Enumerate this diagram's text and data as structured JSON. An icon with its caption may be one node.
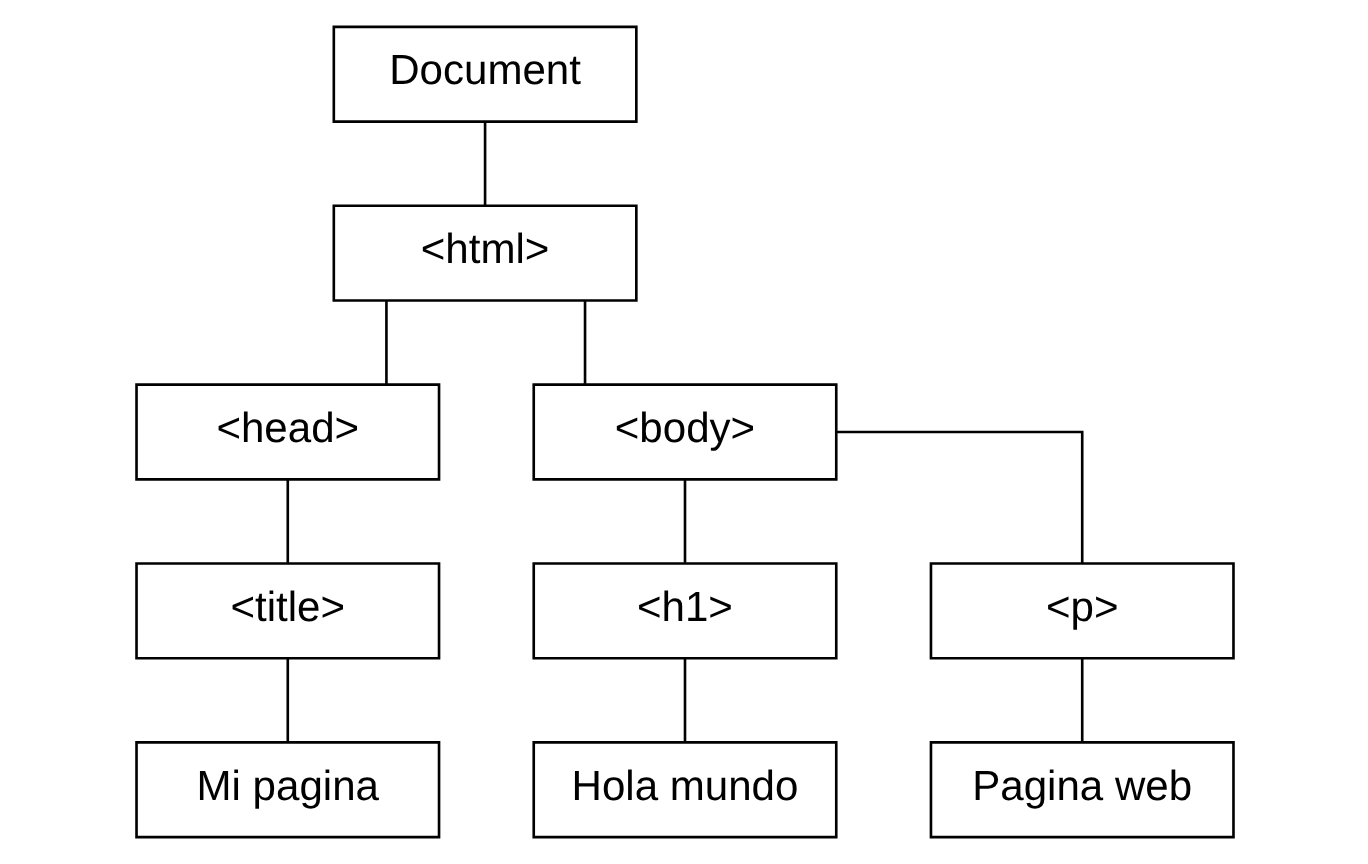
{
  "diagram": {
    "nodes": [
      {
        "text": [
          "Document"
        ]
      },
      {
        "text": [
          "<html>"
        ]
      },
      {
        "text": [
          "<head>"
        ]
      },
      {
        "text": [
          "<body>"
        ]
      },
      {
        "text": [
          "<title>"
        ]
      },
      {
        "text": [
          "<h1>"
        ]
      },
      {
        "text": [
          "<p>"
        ]
      },
      {
        "text": [
          "Mi pagina"
        ]
      },
      {
        "text": [
          "Hola mundo"
        ]
      },
      {
        "text": [
          "Pagina web"
        ]
      }
    ],
    "edges": [
      {
        "from": 0,
        "to": 1,
        "arrow": "none"
      },
      {
        "from": 1,
        "to": 2,
        "arrow": "none"
      },
      {
        "from": 1,
        "to": 3,
        "arrow": "none"
      },
      {
        "from": 2,
        "to": 4,
        "arrow": "none"
      },
      {
        "from": 3,
        "to": 5,
        "arrow": "none"
      },
      {
        "from": 3,
        "to": 6,
        "arrow": "none"
      },
      {
        "from": 4,
        "to": 7,
        "arrow": "none"
      },
      {
        "from": 5,
        "to": 8,
        "arrow": "none"
      },
      {
        "from": 6,
        "to": 9,
        "arrow": "none"
      }
    ]
  }
}
